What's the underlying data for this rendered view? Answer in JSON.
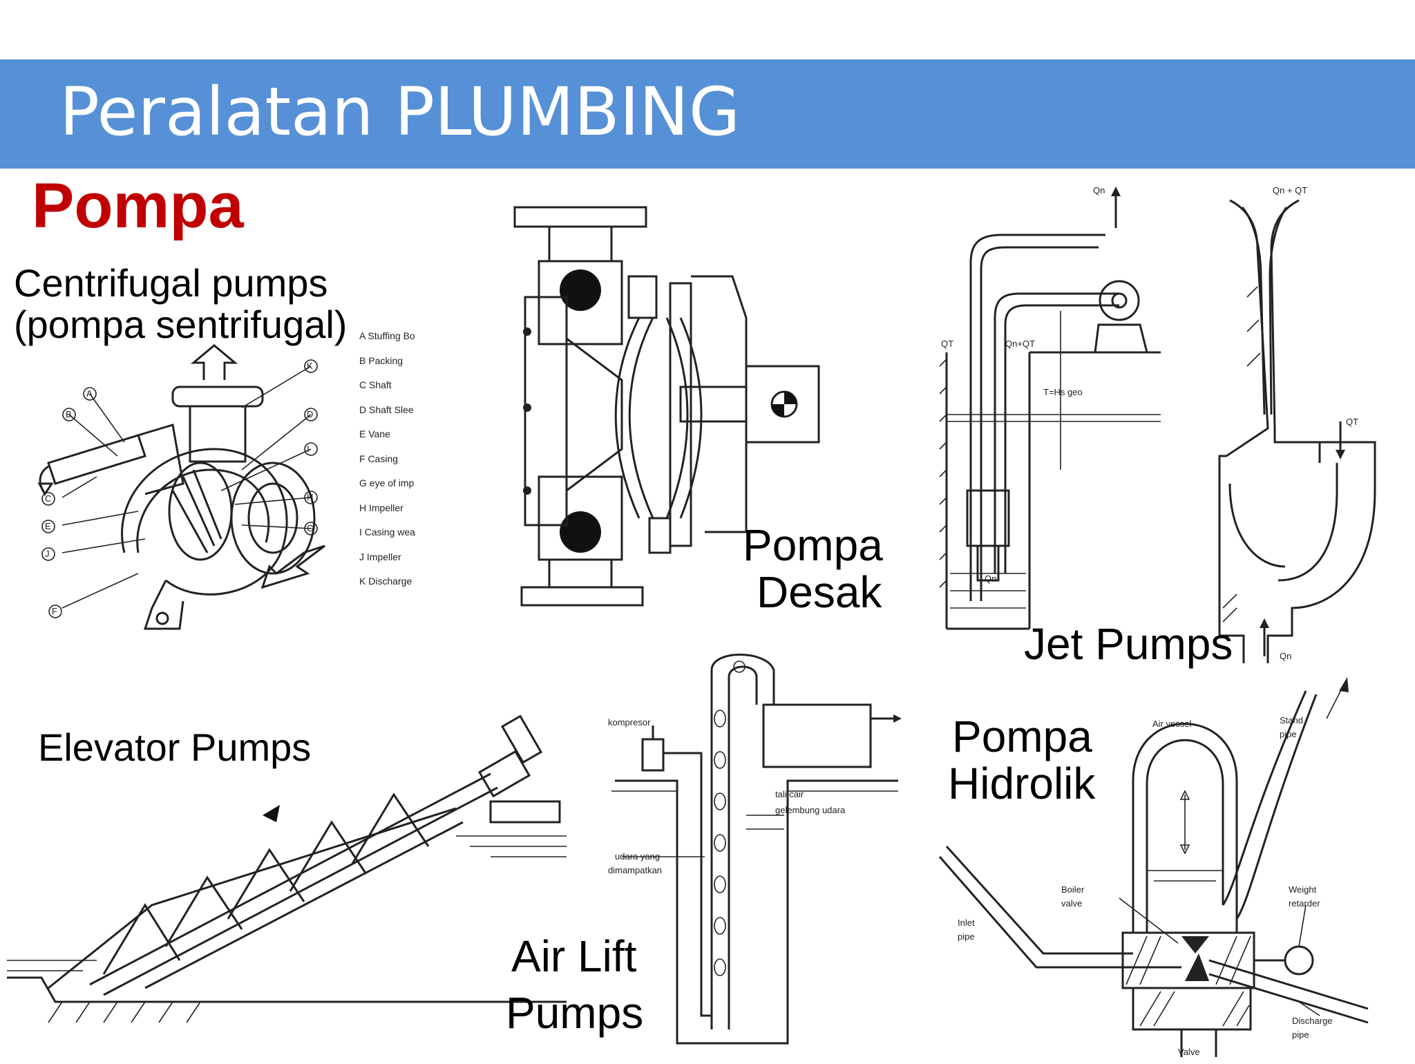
{
  "header": {
    "title": "Peralatan PLUMBING",
    "color": "#5690d6"
  },
  "section": {
    "title": "Pompa",
    "color": "#c00000"
  },
  "labels": {
    "centrifugal_line1": "Centrifugal      pumps",
    "centrifugal_line2": "(pompa sentrifugal)",
    "desak_line1": "Pompa",
    "desak_line2": "Desak",
    "jet": "Jet Pumps",
    "elevator": "Elevator Pumps",
    "airlift_line1": "Air Lift",
    "airlift_line2": "Pumps",
    "hidrolik_line1": "Pompa",
    "hidrolik_line2": "Hidrolik"
  },
  "centrifugal_legend": [
    "A  Stuffing Bo",
    "B  Packing",
    "C  Shaft",
    "D  Shaft Slee",
    "E  Vane",
    "F  Casing",
    "G  eye of imp",
    "H  Impeller",
    "I  Casing wea",
    "J  Impeller",
    "K  Discharge"
  ],
  "centrifugal_callouts": [
    "A",
    "B",
    "C",
    "D",
    "E",
    "F",
    "G",
    "H",
    "I",
    "J",
    "K"
  ],
  "jet_annotations": {
    "q_top": "Qn",
    "q_top2": "Qn + QT",
    "qt_left": "QT",
    "qn_qt": "Qn+QT",
    "head": "T=Hs geo",
    "qn_bottom": "Qn",
    "qt_right": "QT",
    "qn_right_bottom": "Qn"
  },
  "airlift_annotations": {
    "kompresor": "kompresor",
    "tali_cair": "tali cair",
    "gelembung": "gelembung udara",
    "udara": "udara yang",
    "dimampatkan": "dimampatkan"
  },
  "hidrolik_annotations": {
    "air_vessel": "Air vessel",
    "stand": "Stand",
    "pipe": "pipe",
    "boiler": "Boiler",
    "valve": "valve",
    "inlet": "Inlet",
    "inlet_pipe": "pipe",
    "weight": "Weight",
    "retarder": "retarder",
    "discharge": "Discharge",
    "discharge_pipe": "pipe",
    "valve_bottom": "Valve"
  }
}
